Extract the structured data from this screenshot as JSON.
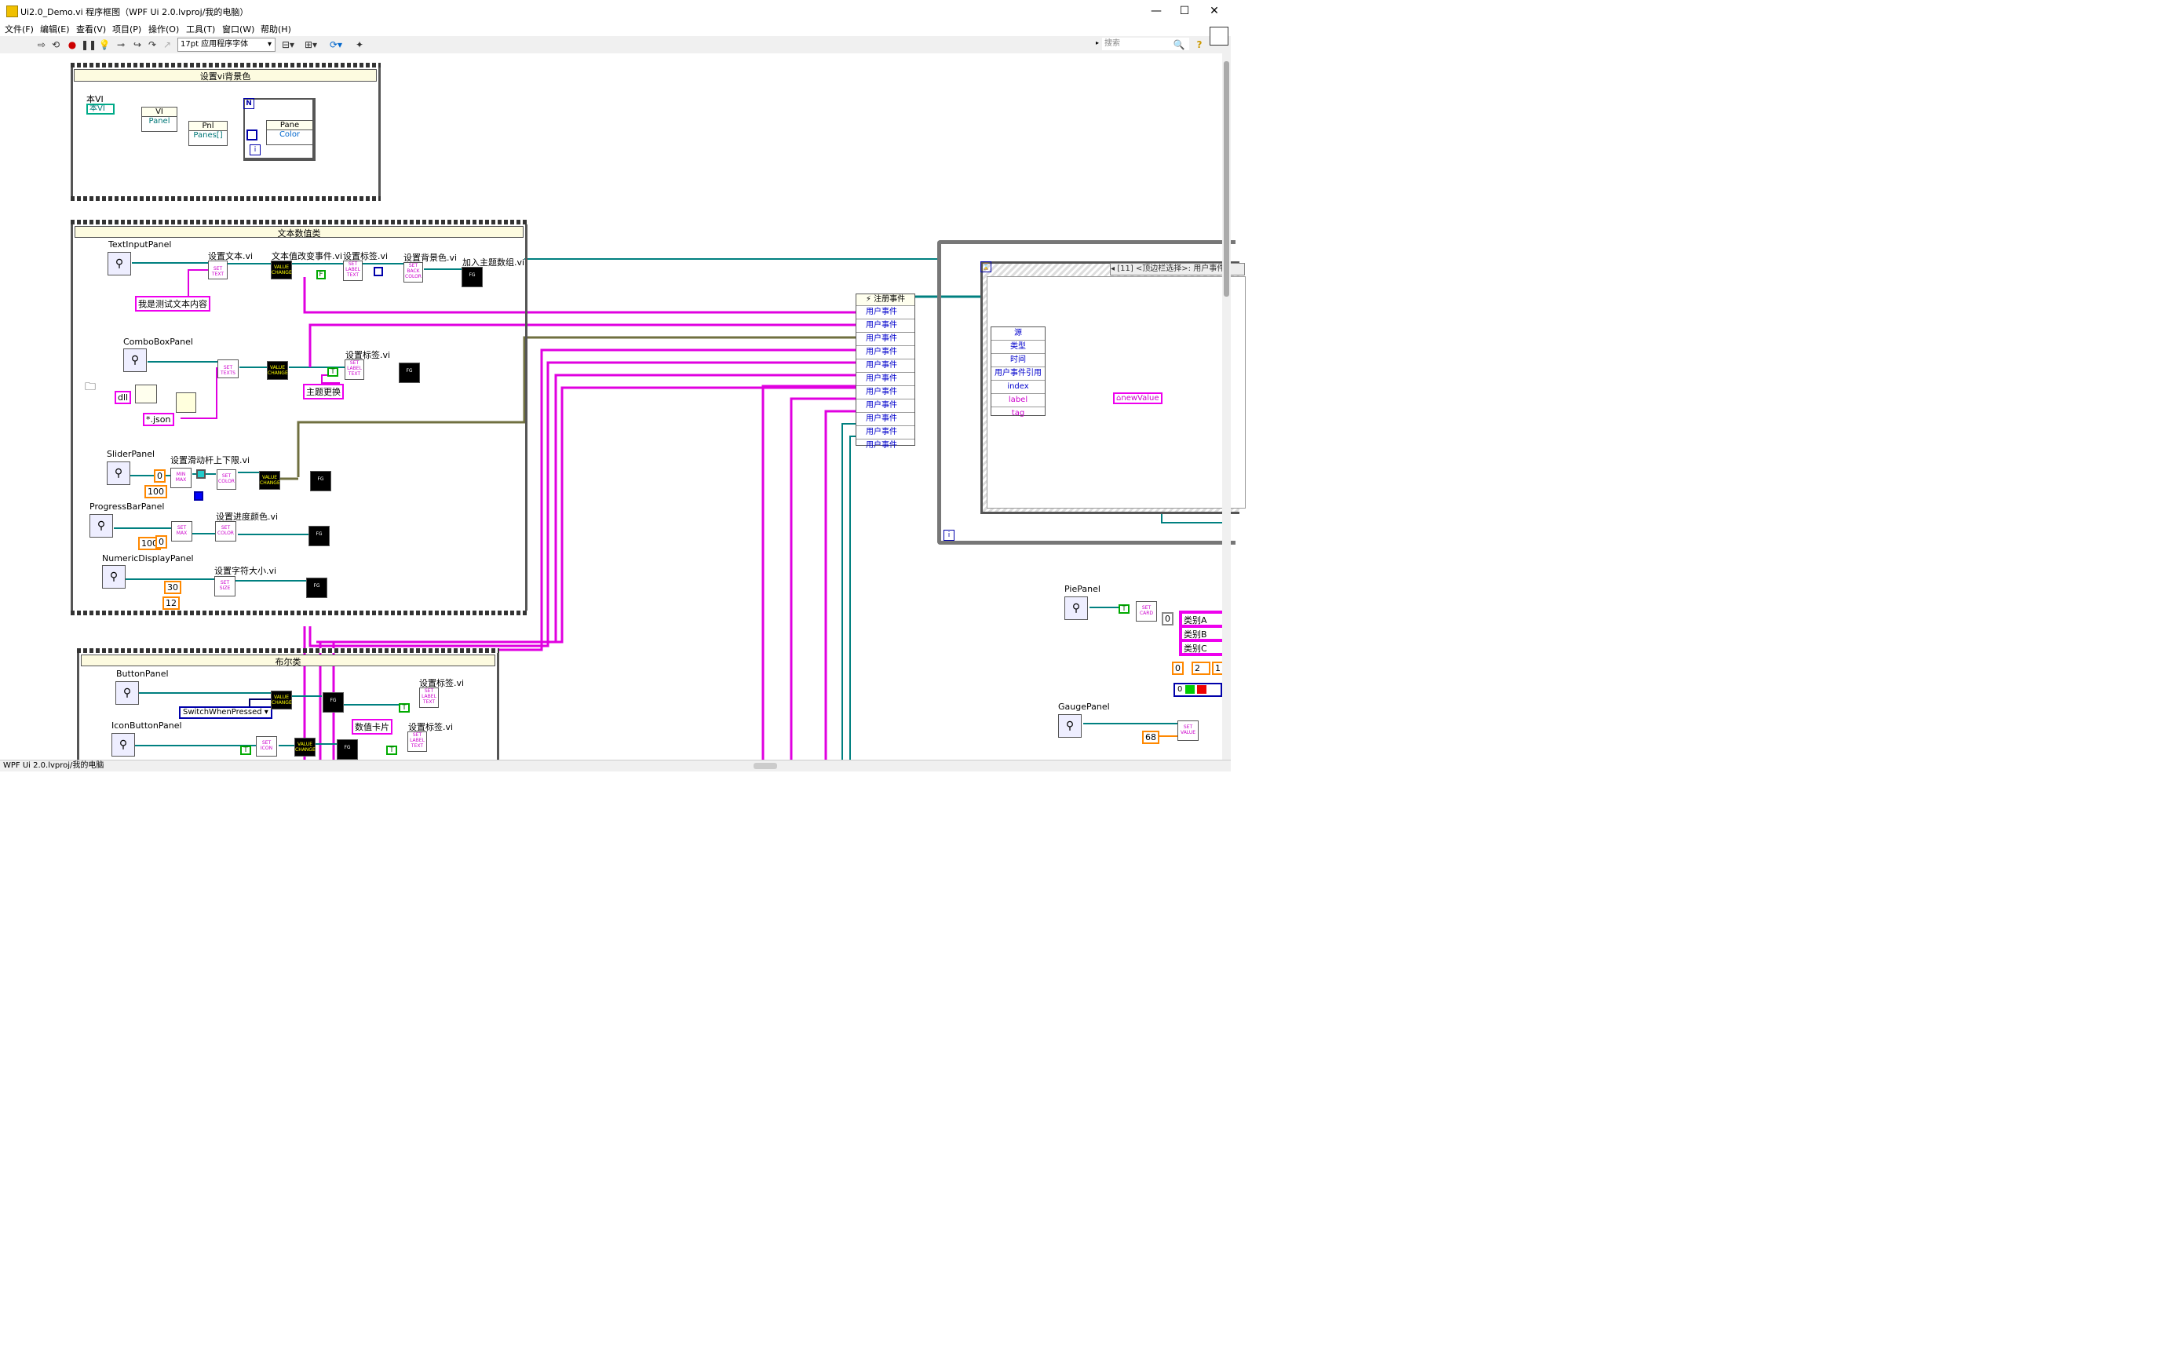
{
  "window": {
    "title": "Ui2.0_Demo.vi 程序框图（WPF Ui 2.0.lvproj/我的电脑）",
    "minimize": "—",
    "maximize": "☐",
    "close": "✕"
  },
  "menu": {
    "items": [
      "文件(F)",
      "编辑(E)",
      "查看(V)",
      "项目(P)",
      "操作(O)",
      "工具(T)",
      "窗口(W)",
      "帮助(H)"
    ]
  },
  "toolbar": {
    "font_select": "17pt 应用程序字体",
    "search_placeholder": "搜索",
    "help": "?"
  },
  "diagram": {
    "frame1": {
      "header": "设置vi背景色",
      "this_vi_label": "本VI",
      "this_vi_const": "本VI",
      "vi_node": "VI",
      "panel_prop": "Panel",
      "pnl_node": "Pnl",
      "panes_prop": "Panes[]",
      "pane_node": "Pane",
      "color_prop": "Color",
      "loop_n": "N",
      "loop_i": "i"
    },
    "frame2": {
      "header": "文本数值类",
      "text_input_panel": "TextInputPanel",
      "set_text": "设置文本.vi",
      "text_value_change": "文本值改变事件.vi",
      "set_label_1": "设置标签.vi",
      "set_bg_color": "设置背景色.vi",
      "add_theme_array": "加入主题数组.vi",
      "test_text_const": "我是测试文本内容",
      "false_const": "F",
      "combobox_panel": "ComboBoxPanel",
      "set_label_2": "设置标签.vi",
      "dll_const": "dll",
      "json_const": "*.json",
      "theme_change_const": "主题更换",
      "true_const_1": "T",
      "slider_panel": "SliderPanel",
      "set_slider_limits": "设置滑动杆上下限.vi",
      "slider_min": "0",
      "slider_max": "100",
      "progressbar_panel": "ProgressBarPanel",
      "set_progress_color": "设置进度颜色.vi",
      "progress_max": "100",
      "progress_min": "0",
      "numeric_display_panel": "NumericDisplayPanel",
      "set_font_size": "设置字符大小.vi",
      "size_30": "30",
      "size_12": "12"
    },
    "frame3": {
      "header": "布尔类",
      "button_panel": "ButtonPanel",
      "switch_enum": "SwitchWhenPressed",
      "set_label_3": "设置标签.vi",
      "icon_button_panel": "IconButtonPanel",
      "numeric_card_const": "数值卡片",
      "set_label_4": "设置标签.vi",
      "true_const_2": "T",
      "true_const_3": "T",
      "true_const_4": "T"
    },
    "register_events": {
      "title": "注册事件",
      "rows": [
        "用户事件",
        "用户事件",
        "用户事件",
        "用户事件",
        "用户事件",
        "用户事件",
        "用户事件",
        "用户事件",
        "用户事件",
        "用户事件",
        "用户事件"
      ]
    },
    "event_structure": {
      "case_selector": "[11] <顶边栏选择>: 用户事件",
      "event_data": [
        "源",
        "类型",
        "时间",
        "用户事件引用",
        "index",
        "label",
        "tag"
      ],
      "new_value": "newValue",
      "loop_i": "i"
    },
    "pie_panel": {
      "label": "PiePanel",
      "true_const": "T",
      "index_const": "0",
      "categories": [
        "类别A",
        "类别B",
        "类别C"
      ],
      "array_nums": [
        "0",
        "2",
        "1"
      ],
      "color_index": "0"
    },
    "gauge_panel": {
      "label": "GaugePanel",
      "value_const": "68"
    }
  },
  "subvi_text": {
    "set_text": "SET\nTEXT",
    "value_change": "VALUE\nCHANGE",
    "set_label_text": "SET\nLABEL\nTEXT",
    "set_back_color": "SET\nBACK\nCOLOR",
    "fg": "FG",
    "min_max": "MIN\nMAX",
    "set_color": "SET\nCOLOR",
    "set_max": "SET\nMAX",
    "set_size": "SET\nSIZE",
    "set_icon": "SET\nICON",
    "set_card": "SET\nCARD",
    "set_value": "SET\nVALUE"
  },
  "colors": {
    "string_wire": "#e000e0",
    "refnum_wire": "#008080",
    "event_wire": "#707040",
    "numeric_const": "#ff8000",
    "boolean_const": "#00a000"
  },
  "statusbar": {
    "text": "WPF Ui 2.0.lvproj/我的电脑"
  }
}
